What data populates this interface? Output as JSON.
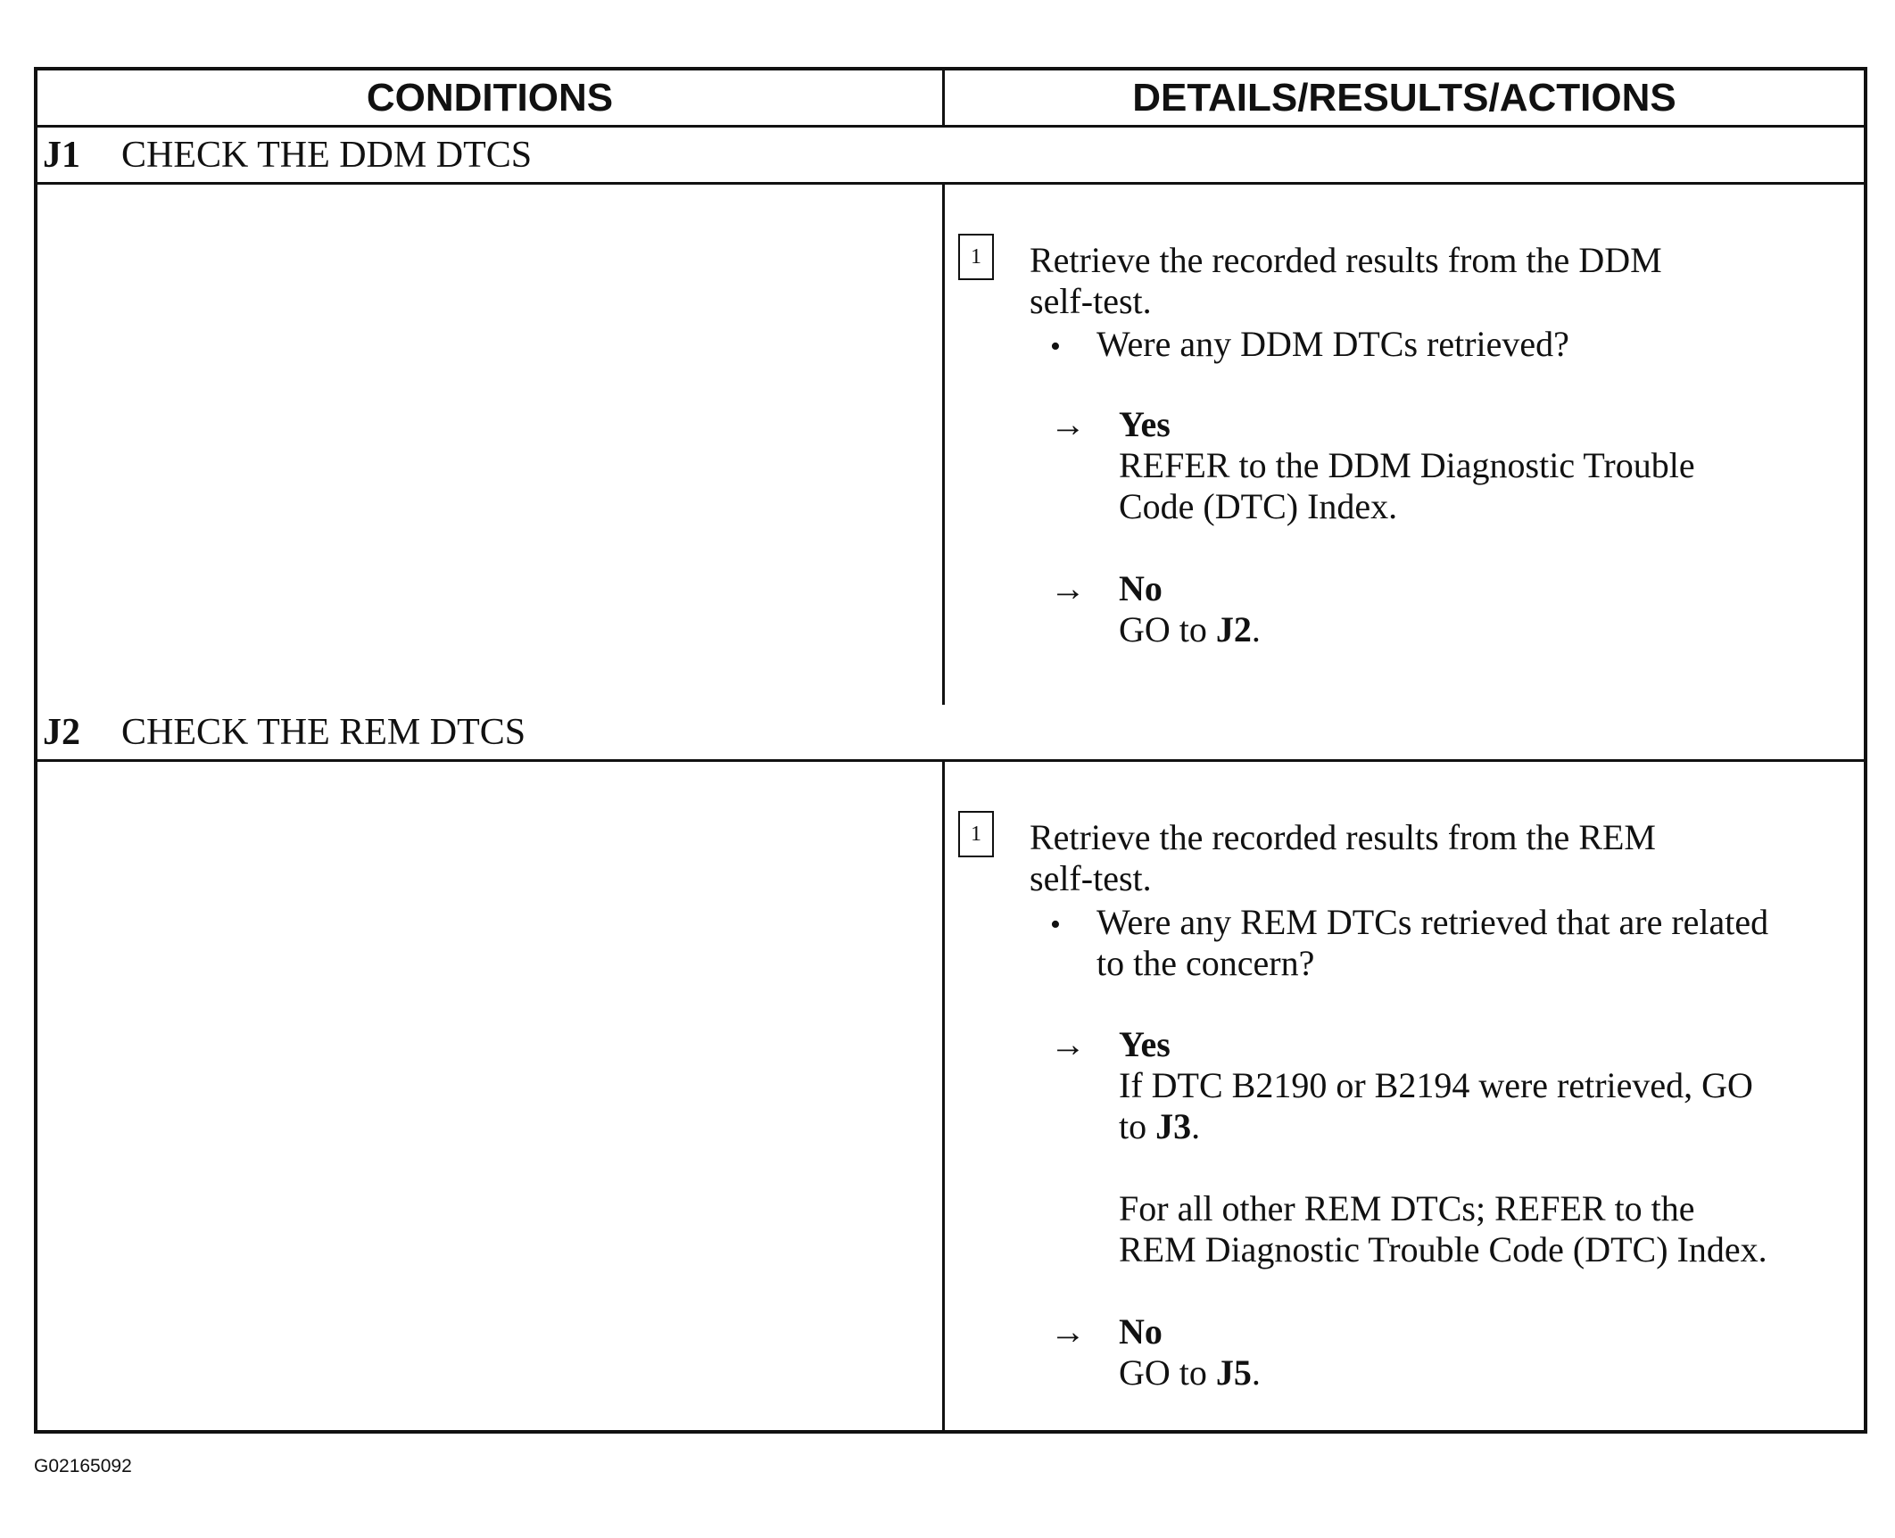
{
  "header": {
    "conditions_label": "CONDITIONS",
    "details_label": "DETAILS/RESULTS/ACTIONS"
  },
  "sections": [
    {
      "id": "J1",
      "title": "CHECK THE DDM DTCS",
      "step_number": "1",
      "step_text": "Retrieve the recorded results from the DDM\nself-test.",
      "question": "Were any DDM DTCs retrieved?",
      "yes_label": "Yes",
      "yes_text": "REFER to the DDM Diagnostic Trouble\nCode (DTC) Index.",
      "no_label": "No",
      "no_prefix": "GO to ",
      "no_target": "J2",
      "no_suffix": "."
    },
    {
      "id": "J2",
      "title": "CHECK THE REM DTCS",
      "step_number": "1",
      "step_text": "Retrieve the recorded results from the REM\nself-test.",
      "question": "Were any REM DTCs retrieved that are related\nto the concern?",
      "yes_label": "Yes",
      "yes_text_a1": "If DTC B2190 or B2194 were retrieved, GO",
      "yes_text_a2": "to ",
      "yes_target": "J3",
      "yes_text_a3": ".",
      "yes_text_b": "For all other REM DTCs; REFER to the\nREM Diagnostic Trouble Code (DTC) Index.",
      "no_label": "No",
      "no_prefix": "GO to ",
      "no_target": "J5",
      "no_suffix": "."
    }
  ],
  "arrow_glyph": "→",
  "bullet_glyph": "•",
  "figure_id": "G02165092"
}
